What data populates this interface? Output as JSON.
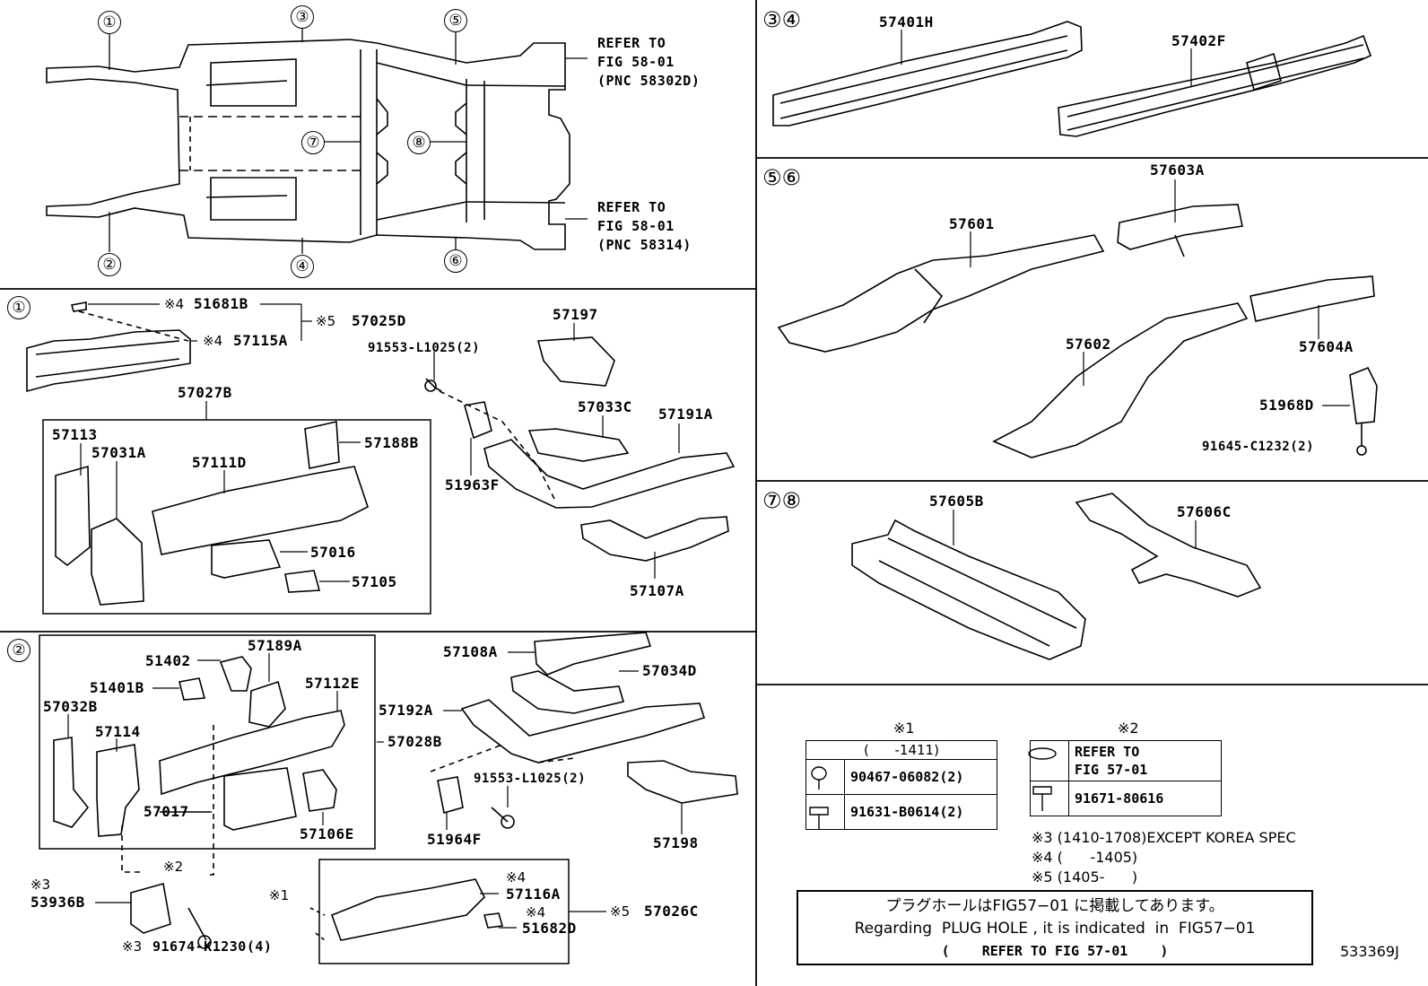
{
  "overview": {
    "circles": [
      "①",
      "③",
      "⑤",
      "⑦",
      "⑧",
      "②",
      "④",
      "⑥"
    ],
    "refer_top": [
      "REFER TO",
      "FIG 58-01",
      "(PNC 58302D)"
    ],
    "refer_bottom": [
      "REFER TO",
      "FIG 58-01",
      "(PNC 58314)"
    ]
  },
  "section_headers": {
    "s1": "①",
    "s2": "②",
    "s34": "③④",
    "s56": "⑤⑥",
    "s78": "⑦⑧"
  },
  "section1": {
    "labels": [
      "51681B",
      "57025D",
      "57115A",
      "57027B",
      "57113",
      "57031A",
      "57111D",
      "57188B",
      "57016",
      "57105",
      "57197",
      "91553-L1025(2)",
      "57033C",
      "57191A",
      "51963F",
      "57107A"
    ],
    "marks": [
      "※4",
      "※5",
      "※4"
    ]
  },
  "section2": {
    "labels": [
      "51402",
      "57189A",
      "51401B",
      "57112E",
      "57032B",
      "57114",
      "57028B",
      "57017",
      "57106E",
      "57108A",
      "57034D",
      "57192A",
      "91553-L1025(2)",
      "51964F",
      "57198",
      "53936B",
      "91674-K1230(4)",
      "57116A",
      "51682D",
      "57026C"
    ],
    "marks": [
      "※2",
      "※3",
      "※3",
      "※1",
      "※4",
      "※4",
      "※5"
    ]
  },
  "section34": {
    "labels": [
      "57401H",
      "57402F"
    ]
  },
  "section56": {
    "labels": [
      "57603A",
      "57601",
      "57602",
      "57604A",
      "51968D",
      "91645-C1232(2)"
    ]
  },
  "section78": {
    "labels": [
      "57605B",
      "57606C"
    ]
  },
  "legend1": {
    "mark": "※1",
    "header": "(      -1411)",
    "rows": [
      "90467-06082(2)",
      "91631-B0614(2)"
    ]
  },
  "legend2": {
    "mark": "※2",
    "row1": [
      "REFER TO",
      "FIG 57-01"
    ],
    "row2": "91671-80616"
  },
  "notes": [
    "※3 (1410-1708)EXCEPT KOREA SPEC",
    "※4 (      -1405)",
    "※5 (1405-      )"
  ],
  "jp_box": {
    "line1": "プラグホールはFIG57−01 に掲載してあります。",
    "line2": "Regarding  PLUG HOLE , it is indicated  in  FIG57−01",
    "line3": "(    REFER TO FIG 57-01    )"
  },
  "figure_id": "533369J"
}
